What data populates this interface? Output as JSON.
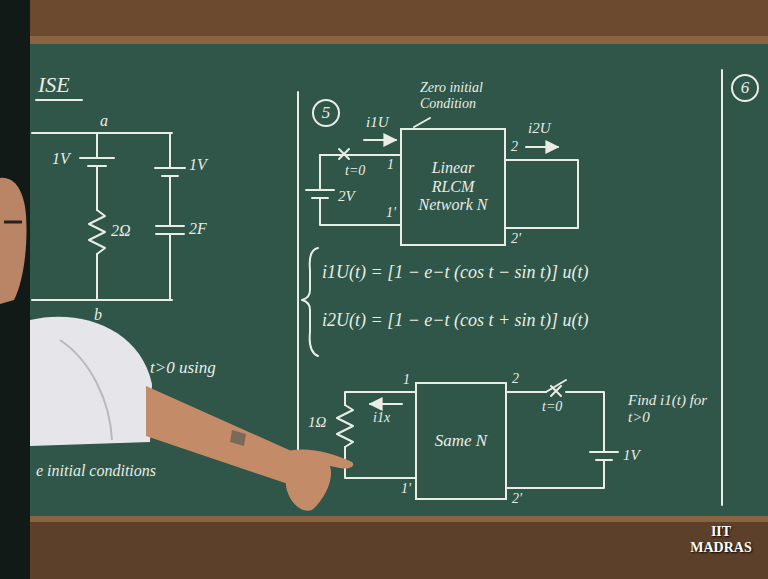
{
  "diagram": {
    "nodes": [
      {
        "text": [
          "Linear RLCM Network N"
        ]
      },
      {
        "text": [
          "Same N"
        ]
      }
    ],
    "labels": [
      "ISE",
      "a",
      "1V",
      "1V",
      "2Ω",
      "2F",
      "b",
      "t>0 using",
      "e initial conditions",
      "5",
      "i1U",
      "Zero initial Condition",
      "t=0",
      "2V",
      "1",
      "1'",
      "2",
      "2'",
      "i2U",
      "i1U(t) = [1 − e−t (cos t − sin t)] u(t)",
      "i2U(t) = [1 − e−t (cos t + sin t)] u(t)",
      "1Ω",
      "i1x",
      "1",
      "1'",
      "2",
      "2'",
      "t=0",
      "1V",
      "Find i1(t) for t>0",
      "6",
      "IIT MADRAS"
    ]
  }
}
